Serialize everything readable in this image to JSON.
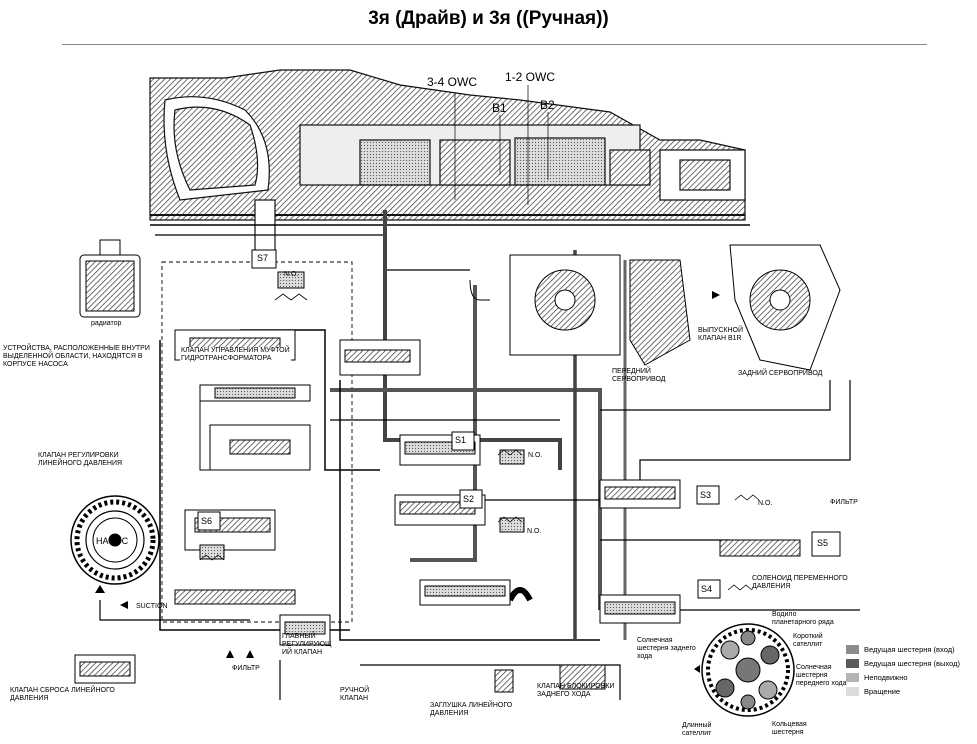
{
  "title": "3я (Драйв) и 3я ((Ручная))",
  "labels": {
    "owc34": "3-4 OWC",
    "owc12": "1-2 OWC",
    "b1": "B1",
    "b2": "B2",
    "s7": "S7",
    "s1": "S1",
    "s2": "S2",
    "s3": "S3",
    "s4": "S4",
    "s5": "S5",
    "s6": "S6",
    "radiator": "радиатор",
    "pump_devices": "УСТРОЙСТВА, РАСПОЛОЖЕННЫЕ ВНУТРИ\nВЫДЕЛЕННОЙ ОБЛАСТИ, НАХОДЯТСЯ В\nКОРПУСЕ НАСОСА",
    "tcc_valve": "КЛАПАН УПРАВЛЕНИЯ МУФТОЙ\nГИДРОТРАНСФОРМАТОРА",
    "line_reg": "КЛАПАН РЕГУЛИРОВКИ\nЛИНЕЙНОГО ДАВЛЕНИЯ",
    "pump": "НАСОС",
    "suction": "SUCTION",
    "line_relief": "КЛАПАН СБРОСА ЛИНЕЙНОГО\nДАВЛЕНИЯ",
    "filter_bottom": "ФИЛЬТР",
    "main_reg": "ГЛАВНЫЙ\nРЕГУЛИРУЮЩ\nИЙ КЛАПАН",
    "manual_valve": "РУЧНОЙ\nКЛАПАН",
    "line_plug": "ЗАГЛУШКА ЛИНЕЙНОГО\nДАВЛЕНИЯ",
    "reverse_lock": "КЛАПАН БЛОКИРОВКИ\nЗАДНЕГО ХОДА",
    "exhaust_b1r": "ВЫПУСКНОЙ\nКЛАПАН B1R",
    "front_servo": "ПЕРЕДНИЙ\nСЕРВОПРИВОД",
    "rear_servo": "ЗАДНИЙ СЕРВОПРИВОД",
    "filter_right": "ФИЛЬТР",
    "solenoid_var": "СОЛЕНОИД ПЕРЕМЕННОГО\nДАВЛЕНИЯ",
    "sun_reverse": "Солнечная\nшестерня заднего\nхода",
    "planet_carrier": "Водило\nпланетарного ряда",
    "short_sat": "Короткий\nсателлит",
    "sun_forward": "Солнечная\nшестерня\nпереднего хода",
    "long_sat": "Длинный\nсателлит",
    "ring_gear": "Кольцевая\nшестерня",
    "no1": "N.O.",
    "no2": "N.O.",
    "no3": "N.O.",
    "no4": "N.O."
  },
  "legend": [
    {
      "text": "Ведущая шестерня (вход)",
      "color": "#8c8c8c"
    },
    {
      "text": "Ведущая шестерня (выход)",
      "color": "#5a5a5a"
    },
    {
      "text": "Неподвижно",
      "color": "#b4b4b4"
    },
    {
      "text": "Вращение",
      "color": "#dcdcdc"
    }
  ]
}
